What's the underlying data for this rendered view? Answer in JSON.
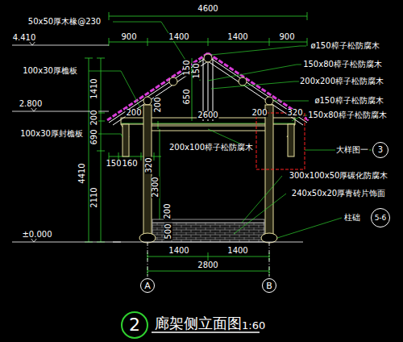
{
  "diagram": {
    "title": "廊架侧立面图",
    "caption": "1:60",
    "nodes": [
      {
        "text": [
          "A"
        ]
      },
      {
        "text": [
          "B"
        ]
      },
      {
        "text": [
          "3"
        ]
      },
      {
        "text": [
          "5-6"
        ]
      },
      {
        "text": [
          "2"
        ]
      }
    ],
    "labels": [
      "50x50厚木椽@230",
      "4600",
      "4.410",
      "900",
      "1400",
      "1400",
      "900",
      "100x30厚檐板",
      "2.800",
      "100x30厚封檐板",
      "1410",
      "690",
      "4410",
      "2110",
      "±0.000",
      "150",
      "160",
      "320",
      "200",
      "200",
      "650",
      "150",
      "150",
      "2600",
      "200",
      "320",
      "2300",
      "200",
      "500",
      "ø150樟子松防腐木",
      "150x80樟子松防腐木",
      "200x200樟子松防腐木",
      "ø150樟子松防腐木",
      "150x80樟子松防腐木",
      "200x100樟子松防腐木",
      "大样图一",
      "300x100x50厚碳化防腐木",
      "240x50x20厚青砖片饰面",
      "柱础",
      "1400",
      "1400",
      "2800",
      "200"
    ]
  }
}
